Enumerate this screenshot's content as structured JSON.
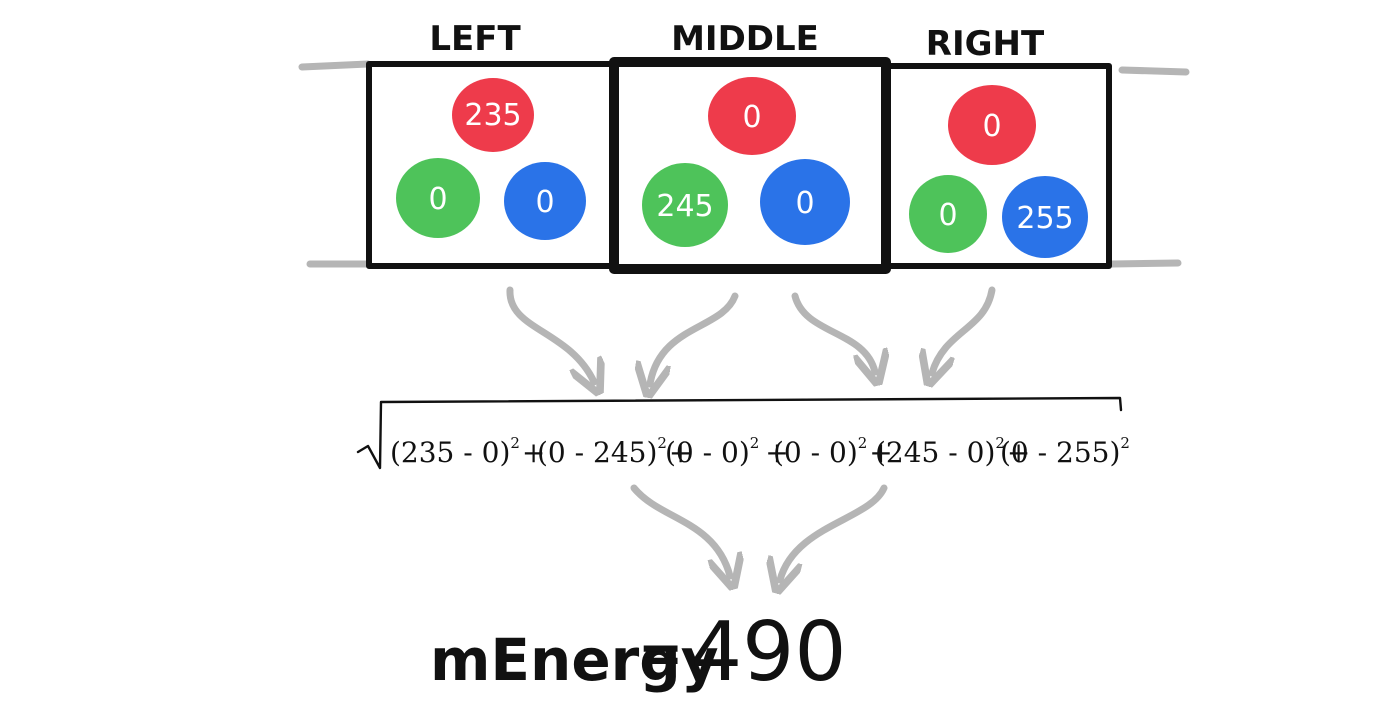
{
  "columns": [
    {
      "title": "LEFT",
      "red": "235",
      "green": "0",
      "blue": "0"
    },
    {
      "title": "MIDDLE",
      "red": "0",
      "green": "245",
      "blue": "0"
    },
    {
      "title": "RIGHT",
      "red": "0",
      "green": "0",
      "blue": "255"
    }
  ],
  "formula": {
    "terms": [
      {
        "expr": "(235 - 0)",
        "exp": "2",
        "plus": "+"
      },
      {
        "expr": "(0 - 245)",
        "exp": "2",
        "plus": "+"
      },
      {
        "expr": "(0 - 0)",
        "exp": "2",
        "plus": "+"
      },
      {
        "expr": "(0 - 0)",
        "exp": "2",
        "plus": "+"
      },
      {
        "expr": "(245 - 0)",
        "exp": "2",
        "plus": "+"
      },
      {
        "expr": "(0 - 255)",
        "exp": "2",
        "plus": ""
      }
    ]
  },
  "result": {
    "label": "mEnergy",
    "equals": "=",
    "value": "490"
  },
  "colors": {
    "red": "#ee3b4b",
    "green": "#4ec35a",
    "blue": "#2a73e8",
    "stroke": "#111111",
    "arrow": "#b5b5b5",
    "rail": "#b5b5b5"
  }
}
